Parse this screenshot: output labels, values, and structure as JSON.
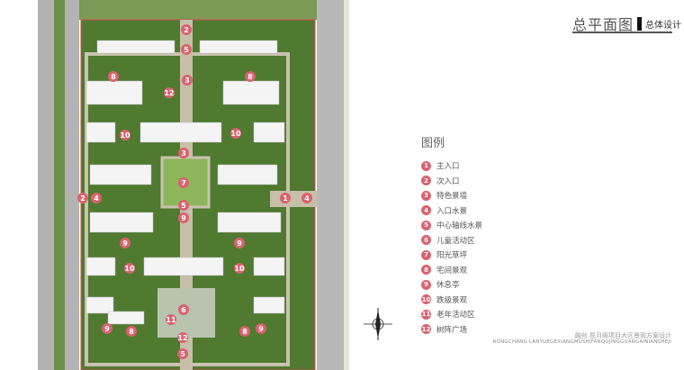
{
  "header": {
    "title": "总平面图",
    "subtitle": "总体设计"
  },
  "legend": {
    "title": "图例",
    "items": [
      {
        "num": "1",
        "label": "主入口"
      },
      {
        "num": "2",
        "label": "次入口"
      },
      {
        "num": "3",
        "label": "特色景墙"
      },
      {
        "num": "4",
        "label": "入口水景"
      },
      {
        "num": "5",
        "label": "中心轴线水景"
      },
      {
        "num": "6",
        "label": "儿童活动区"
      },
      {
        "num": "7",
        "label": "阳光草坪"
      },
      {
        "num": "8",
        "label": "宅间景观"
      },
      {
        "num": "9",
        "label": "休息亭"
      },
      {
        "num": "10",
        "label": "跌级景观"
      },
      {
        "num": "11",
        "label": "老年活动区"
      },
      {
        "num": "12",
        "label": "树阵广场"
      }
    ]
  },
  "map": {
    "marker_labels": [
      "2",
      "5",
      "8",
      "3",
      "8",
      "12",
      "10",
      "10",
      "3",
      "7",
      "2",
      "4",
      "1",
      "4",
      "5",
      "9",
      "9",
      "9",
      "10",
      "10",
      "6",
      "11",
      "9",
      "8",
      "8",
      "9",
      "12",
      "5"
    ],
    "colors": {
      "marker": "#d9636f",
      "road": "#a9a9a9",
      "green": "#5f8a3c",
      "boundary": "#d84a4a",
      "building": "#f4f4f4"
    }
  },
  "footer": {
    "cn": "融创 揽月阁项目大区景观方案设计",
    "en": "RONGCHANG LANYUEGEXIANGMUSHIFANQUJINGGUANGAINIANSHEJI"
  }
}
